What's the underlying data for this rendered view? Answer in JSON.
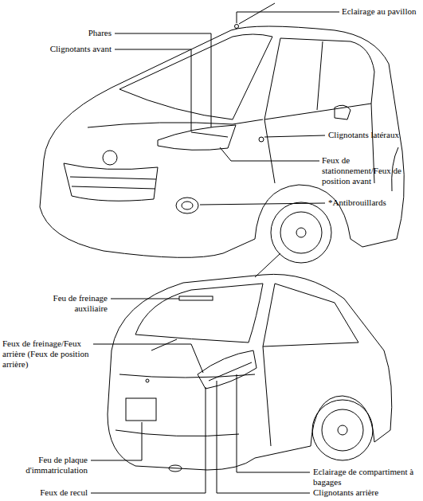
{
  "diagram": {
    "labels": [
      "Phares",
      "Clignotants avant",
      "Eclairage au pavillon",
      "Clignotants latéraux",
      "Feux de stationnement/Feux de position avant",
      "*Antibrouillards",
      "Feu de freinage auxiliaire",
      "Feux de freinage/Feux arrière (Feux de position arrière)",
      "Feu de plaque d'immatriculation",
      "Feux de recul",
      "Eclairage de compartiment à bagages",
      "Clignotants arrière"
    ]
  }
}
